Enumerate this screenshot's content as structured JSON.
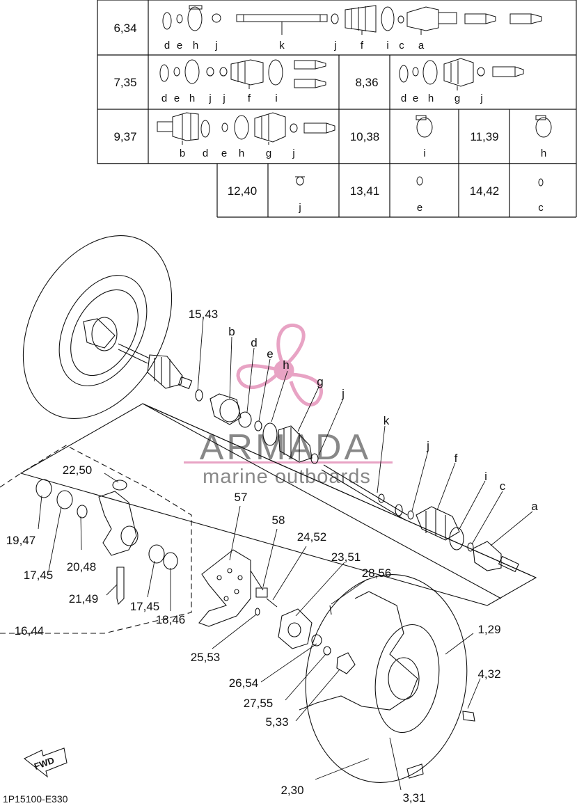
{
  "kit_table": {
    "rows": [
      {
        "ref": "6,34",
        "letters": [
          "d",
          "e",
          "h",
          "j",
          "k",
          "j",
          "f",
          "i",
          "c",
          "a"
        ]
      },
      {
        "ref": "7,35",
        "letters": [
          "d",
          "e",
          "h",
          "j",
          "j",
          "f",
          "i"
        ]
      },
      {
        "ref": "8,36",
        "letters": [
          "d",
          "e",
          "h",
          "g",
          "j"
        ]
      },
      {
        "ref": "9,37",
        "letters": [
          "b",
          "d",
          "e",
          "h",
          "g",
          "j"
        ]
      },
      {
        "ref": "10,38",
        "letters": [
          "i"
        ]
      },
      {
        "ref": "11,39",
        "letters": [
          "h"
        ]
      },
      {
        "ref": "12,40",
        "letters": [
          "j"
        ]
      },
      {
        "ref": "13,41",
        "letters": [
          "e"
        ]
      },
      {
        "ref": "14,42",
        "letters": [
          "c"
        ]
      }
    ]
  },
  "callouts": {
    "c15": "15,43",
    "b": "b",
    "d": "d",
    "e": "e",
    "h": "h",
    "g": "g",
    "j1": "j",
    "k": "k",
    "j2": "j",
    "f": "f",
    "i": "i",
    "c": "c",
    "a": "a",
    "c22": "22,50",
    "c57": "57",
    "c58": "58",
    "c24": "24,52",
    "c23": "23,51",
    "c28": "28,56",
    "c19": "19,47",
    "c17a": "17,45",
    "c20": "20,48",
    "c21": "21,49",
    "c17b": "17,45",
    "c18": "18,46",
    "c16": "16,44",
    "c25": "25,53",
    "c1": "1,29",
    "c4": "4,32",
    "c26": "26,54",
    "c27": "27,55",
    "c5": "5,33",
    "c2": "2,30",
    "c3": "3,31"
  },
  "watermark": {
    "brand": "ARMADA",
    "tagline": "marine outboards",
    "color": "#e8a3c4"
  },
  "fwd_label": "FWD",
  "diagram_code": "1P15100-E330"
}
